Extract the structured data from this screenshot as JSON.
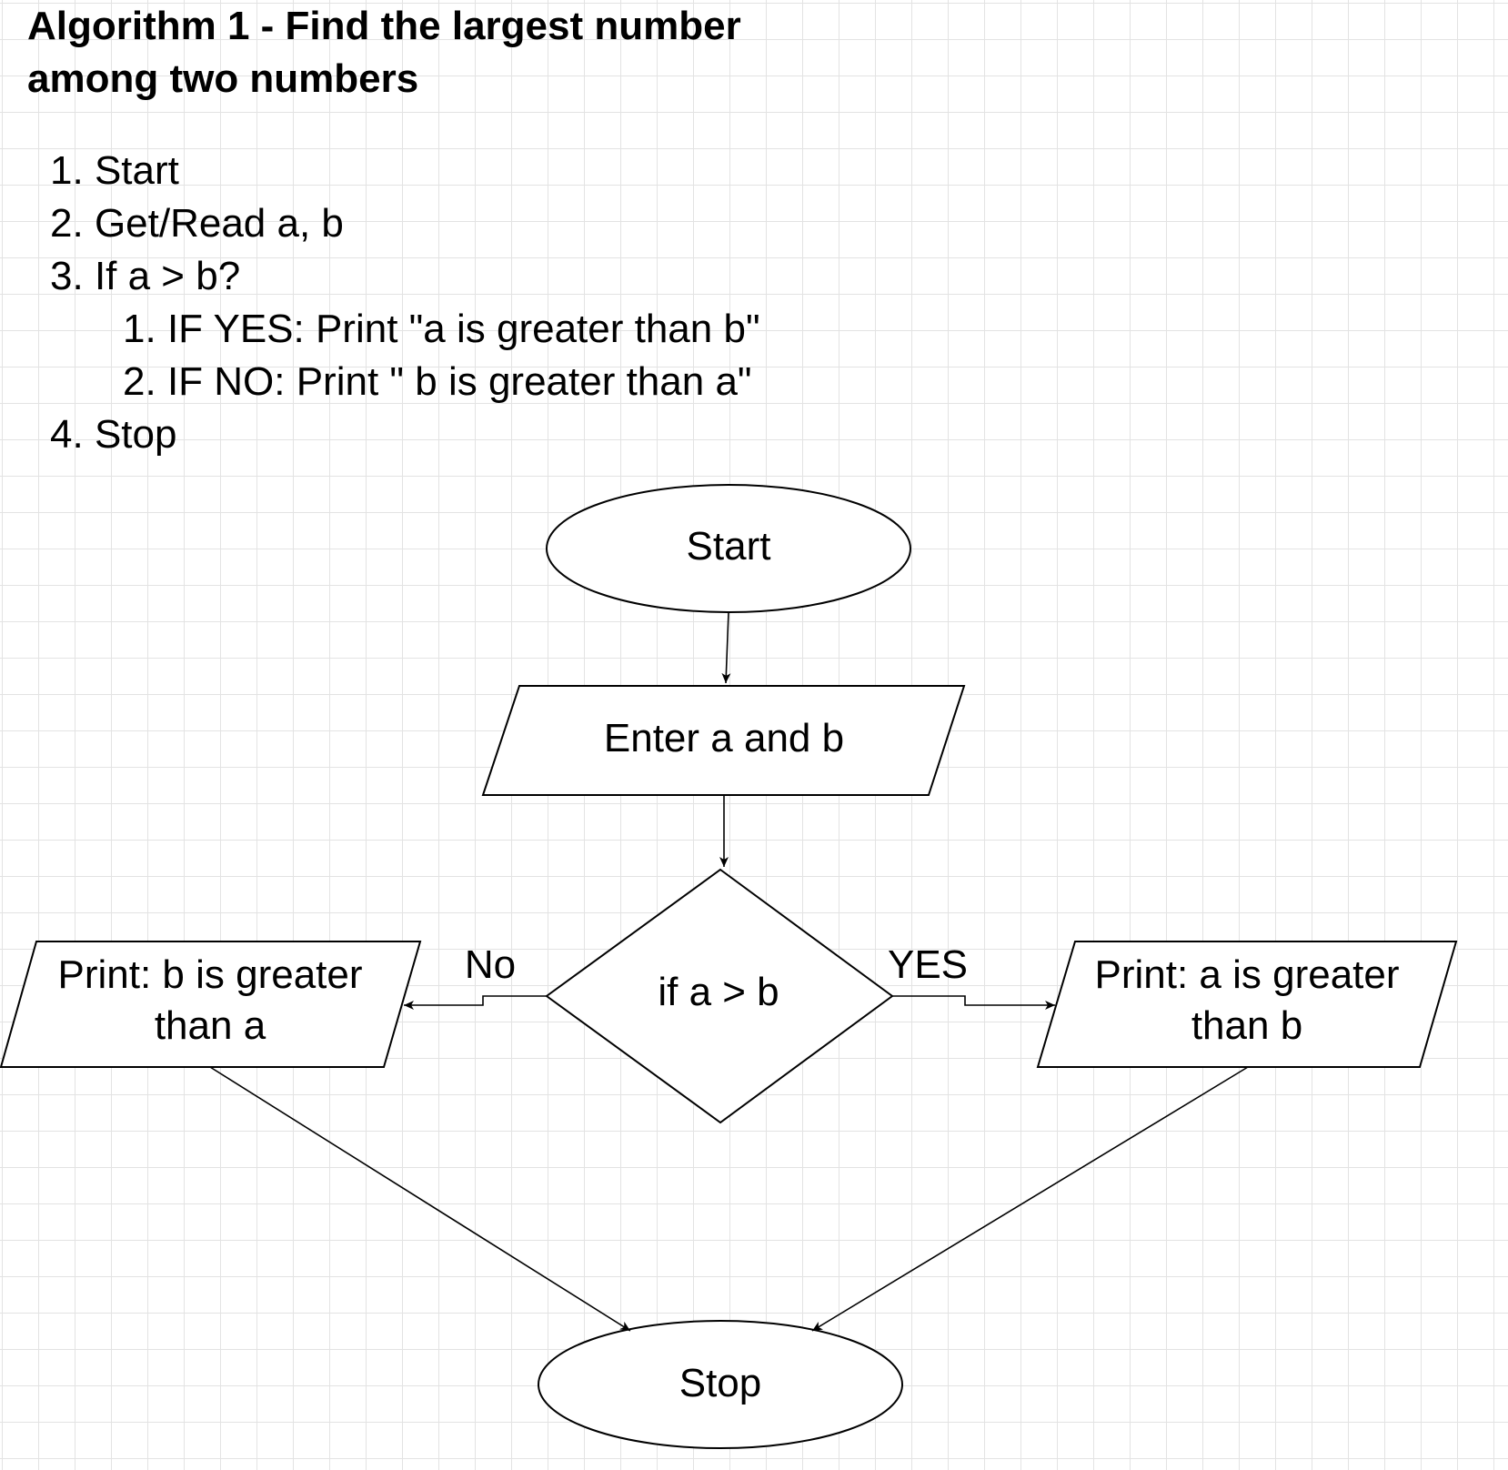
{
  "title_lines": [
    "Algorithm 1 - Find the largest number",
    "among two numbers"
  ],
  "steps": [
    {
      "num": "1.",
      "text": "Start"
    },
    {
      "num": "2.",
      "text": "Get/Read a, b"
    },
    {
      "num": "3.",
      "text": "If a > b?",
      "substeps": [
        {
          "num": "1.",
          "text": "IF YES: Print \"a is greater than b\""
        },
        {
          "num": "2.",
          "text": "IF NO: Print \" b is greater than a\""
        }
      ]
    },
    {
      "num": "4.",
      "text": "Stop"
    }
  ],
  "flowchart": {
    "nodes": {
      "start": {
        "shape": "terminator",
        "label": "Start"
      },
      "input": {
        "shape": "parallelogram",
        "label": "Enter a and b"
      },
      "decision": {
        "shape": "diamond",
        "label": "if a > b"
      },
      "print_no": {
        "shape": "parallelogram",
        "label_lines": [
          "Print: b is greater",
          "than a"
        ]
      },
      "print_yes": {
        "shape": "parallelogram",
        "label_lines": [
          "Print: a is greater",
          "than b"
        ]
      },
      "stop": {
        "shape": "terminator",
        "label": "Stop"
      }
    },
    "edges": [
      {
        "from": "start",
        "to": "input",
        "label": ""
      },
      {
        "from": "input",
        "to": "decision",
        "label": ""
      },
      {
        "from": "decision",
        "to": "print_no",
        "label": "No"
      },
      {
        "from": "decision",
        "to": "print_yes",
        "label": "YES"
      },
      {
        "from": "print_no",
        "to": "stop",
        "label": ""
      },
      {
        "from": "print_yes",
        "to": "stop",
        "label": ""
      }
    ]
  }
}
